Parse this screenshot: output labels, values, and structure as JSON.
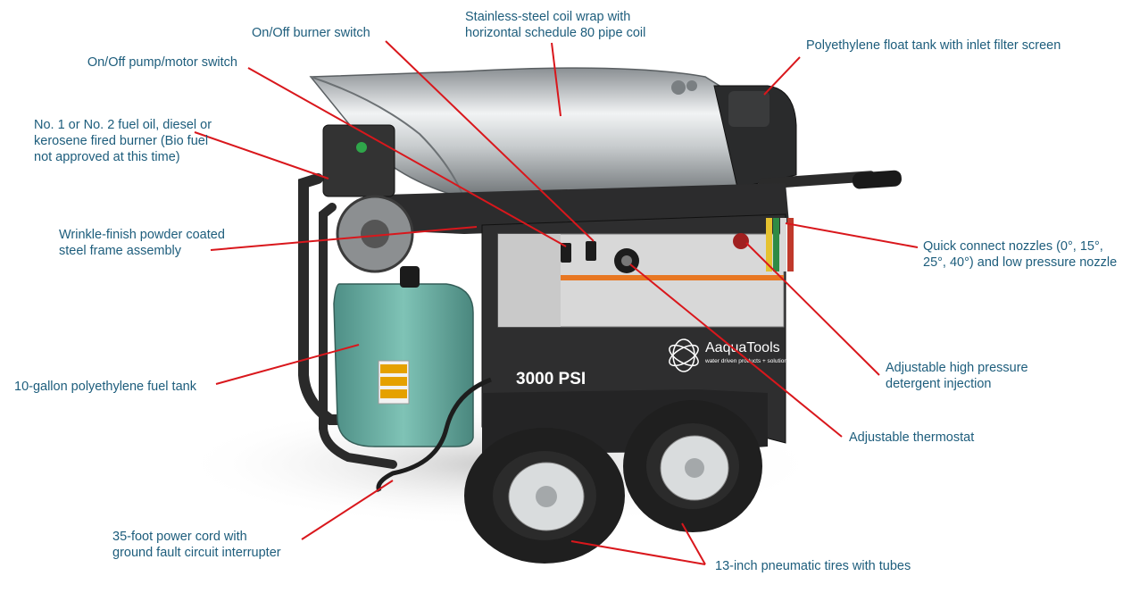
{
  "product": {
    "brand": "AaquaTools",
    "tagline": "water driven products + solutions",
    "pressure_badge": "3000 PSI"
  },
  "callouts": {
    "burner_switch": [
      "On/Off burner switch"
    ],
    "coil_wrap": [
      "Stainless-steel coil wrap with",
      "horizontal schedule 80 pipe coil"
    ],
    "float_tank": [
      "Polyethylene float tank with inlet filter screen"
    ],
    "pump_switch": [
      "On/Off pump/motor switch"
    ],
    "burner": [
      "No. 1 or No. 2 fuel oil, diesel or",
      "kerosene fired burner (Bio fuel",
      "not approved at this time)"
    ],
    "frame": [
      "Wrinkle-finish powder coated",
      "steel frame assembly"
    ],
    "nozzles": [
      "Quick connect nozzles (0°, 15°,",
      "25°, 40°) and low pressure nozzle"
    ],
    "detergent": [
      "Adjustable high pressure",
      "detergent injection"
    ],
    "fuel_tank": [
      "10-gallon polyethylene fuel tank"
    ],
    "thermostat": [
      "Adjustable thermostat"
    ],
    "power_cord": [
      "35-foot power cord with",
      "ground fault circuit interrupter"
    ],
    "tires": [
      "13-inch pneumatic tires with tubes"
    ]
  },
  "colors": {
    "label_text": "#1d5d7c",
    "leader_line": "#d9171c"
  }
}
